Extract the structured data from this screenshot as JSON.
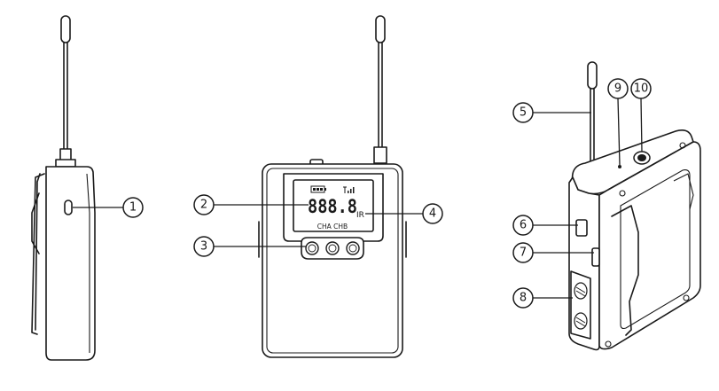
{
  "callouts": [
    "1",
    "2",
    "3",
    "4",
    "5",
    "6",
    "7",
    "8",
    "9",
    "10"
  ],
  "lcd": {
    "digits": "888.8",
    "ir_label": "IR",
    "channel_labels": "CHA CHB"
  }
}
